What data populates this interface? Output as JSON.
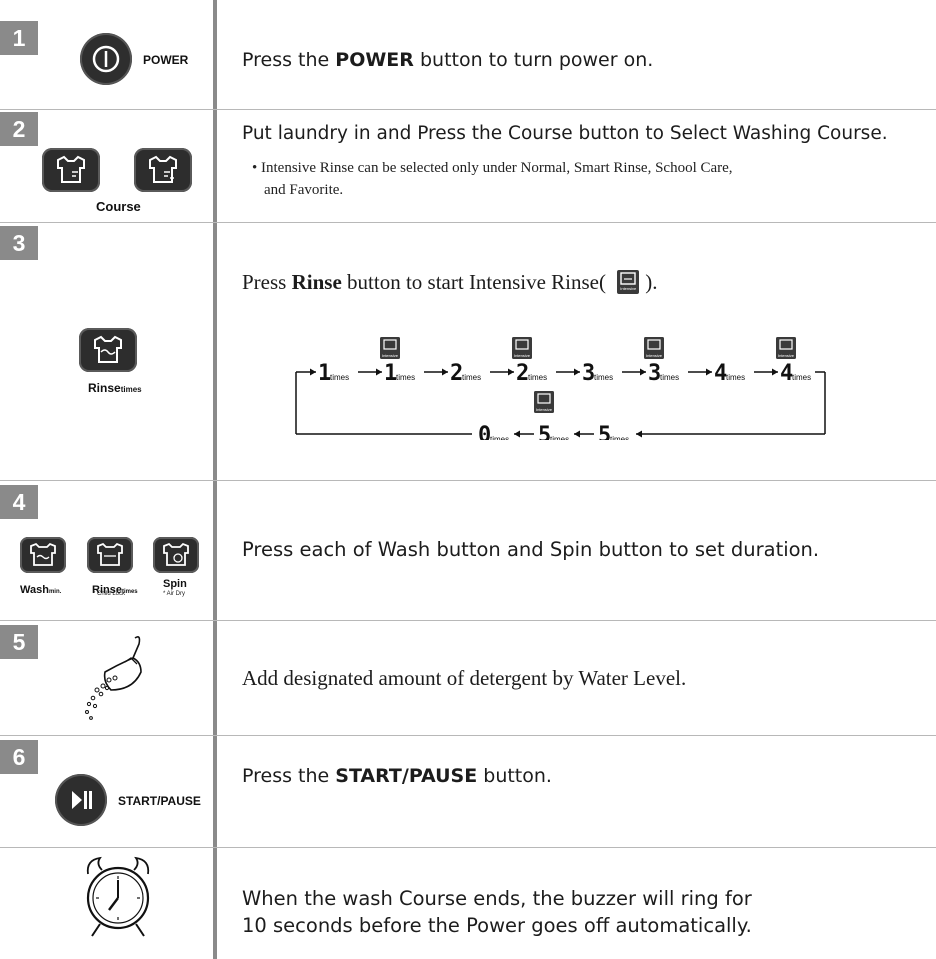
{
  "steps": [
    {
      "num": "1",
      "button_label": "POWER",
      "text_pre": "Press the ",
      "text_bold": "POWER",
      "text_post": " button to turn power on."
    },
    {
      "num": "2",
      "button_label": "Course",
      "text": "Put laundry in and Press the Course button to Select Washing Course.",
      "note_line1": "• Intensive Rinse can be selected only under Normal, Smart Rinse, School Care,",
      "note_line2": "and Favorite."
    },
    {
      "num": "3",
      "button_label": "Rinse",
      "button_sub": "times",
      "text_pre": "Press ",
      "text_bold": "Rinse",
      "text_mid": " button to start Intensive Rinse(",
      "text_post": ").",
      "intensive_label": "Intensive"
    },
    {
      "num": "4",
      "wash_label": "Wash",
      "wash_sub": "min.",
      "rinse_label": "Rinse",
      "rinse_sub": "times",
      "rinse_note": "* Child Lock",
      "spin_label": "Spin",
      "spin_note": "* Air Dry",
      "text": "Press each of Wash button and Spin button to set duration."
    },
    {
      "num": "5",
      "text": "Add designated amount of detergent by Water Level."
    },
    {
      "num": "6",
      "button_label": "START/PAUSE",
      "text_pre": "Press the ",
      "text_bold": "START/PAUSE",
      "text_post": " button."
    },
    {
      "text_line1": "When the wash Course ends, the buzzer will ring for",
      "text_line2": "10 seconds before the Power goes off automatically."
    }
  ],
  "rinse_cycle": {
    "top_digits": [
      "1",
      "1",
      "2",
      "2",
      "3",
      "3",
      "4",
      "4"
    ],
    "bottom_digits": [
      "0",
      "5",
      "5"
    ],
    "unit": "times",
    "intensive_flags_top": [
      false,
      true,
      false,
      true,
      false,
      true,
      false,
      true
    ],
    "intensive_flags_bottom": [
      false,
      true,
      false
    ]
  }
}
